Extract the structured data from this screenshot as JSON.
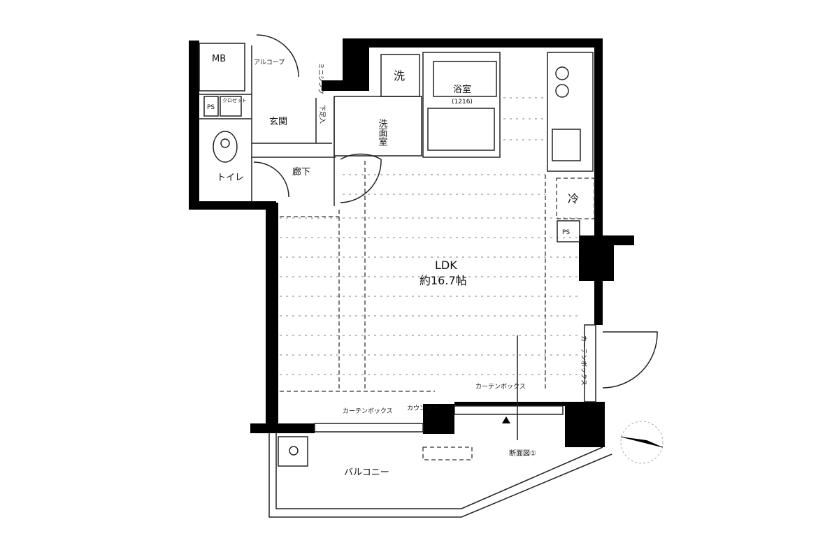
{
  "floor_plan": {
    "rooms": {
      "mb": "MB",
      "alcove": "アルコーブ",
      "mini_sink": "ミニシンク",
      "ps_top": "PS",
      "closet": "クロゼット",
      "entrance": "玄関",
      "shoe_box": "下足入",
      "toilet": "トイレ",
      "hallway": "廊下",
      "washer": "洗",
      "washroom": "洗面室",
      "bathroom": "浴室",
      "bath_size": "(1216)",
      "fridge": "冷",
      "ps_right": "PS",
      "ldk": "LDK",
      "ldk_size": "約16.7帖",
      "balcony": "バルコニー"
    },
    "annotations": {
      "curtain_box_1": "カーテンボックス",
      "curtain_box_2": "カーテンボックス",
      "curtain_box_3": "カーテンボックス",
      "counter": "カウンター",
      "section": "断面図①"
    }
  }
}
